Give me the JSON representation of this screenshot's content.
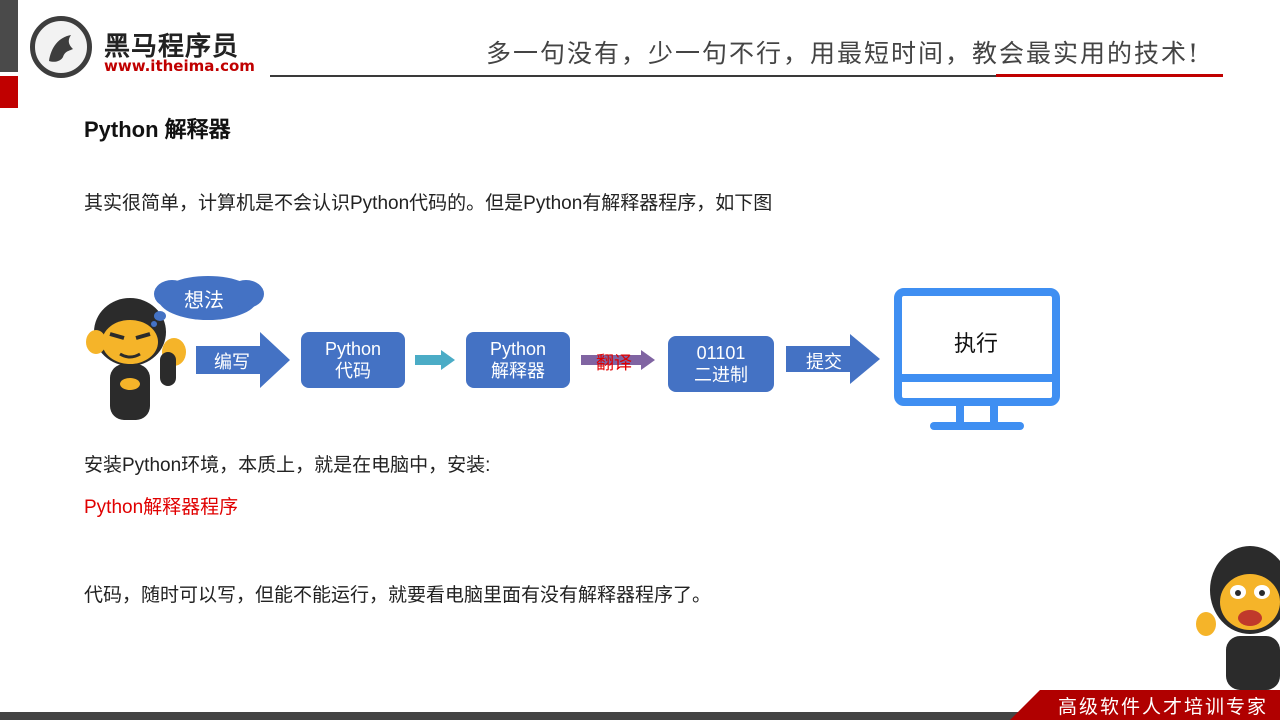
{
  "header": {
    "brand_name": "黑马程序员",
    "brand_url": "www.itheima.com",
    "slogan": "多一句没有，少一句不行，用最短时间，教会最实用的技术!"
  },
  "slide": {
    "title": "Python 解释器",
    "intro": "其实很简单，计算机是不会认识Python代码的。但是Python有解释器程序，如下图",
    "install_line": "安装Python环境，本质上，就是在电脑中，安装:",
    "highlight": "Python解释器程序",
    "conclusion": "代码，随时可以写，但能不能运行，就要看电脑里面有没有解释器程序了。"
  },
  "diagram": {
    "thought": "想法",
    "write_label": "编写",
    "code_box": {
      "line1": "Python",
      "line2": "代码"
    },
    "interpreter_box": {
      "line1": "Python",
      "line2": "解释器"
    },
    "translate_label": "翻译",
    "binary_box": {
      "line1": "01101",
      "line2": "二进制"
    },
    "submit_label": "提交",
    "execute_label": "执行"
  },
  "footer": {
    "tagline": "高级软件人才培训专家"
  },
  "colors": {
    "box_blue": "#4472c4",
    "arrow_teal": "#4bacc6",
    "arrow_purple": "#8064a2",
    "monitor_blue": "#3f8ff2",
    "accent_red": "#c00000"
  }
}
